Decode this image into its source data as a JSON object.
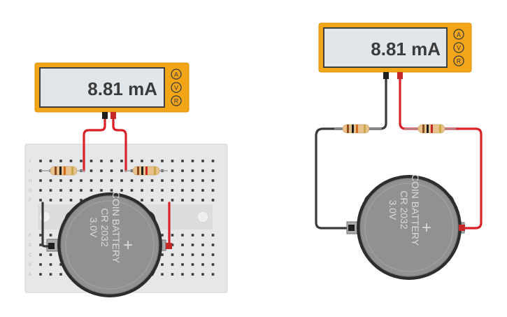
{
  "left_meter": {
    "reading": "8.81 mA",
    "mode_labels": [
      "A",
      "V",
      "R"
    ]
  },
  "right_meter": {
    "reading": "8.81 mA",
    "mode_labels": [
      "A",
      "V",
      "R"
    ]
  },
  "left_battery": {
    "label_line1": "COIN BATTERY",
    "label_line2": "CR 2032",
    "label_line3": "3.0V",
    "plus_sign": "+"
  },
  "right_battery": {
    "label_line1": "COIN BATTERY",
    "label_line2": "CR 2032",
    "label_line3": "3.0V",
    "plus_sign": "+"
  },
  "colors": {
    "meter_body": "#f2a516",
    "meter_screen": "#e1e6ea",
    "wire_red": "#d8222a",
    "wire_black": "#3a3a3a",
    "battery_body": "#8f9192",
    "breadboard": "#e6e7e8",
    "resistor_body": "#e7c28d"
  }
}
